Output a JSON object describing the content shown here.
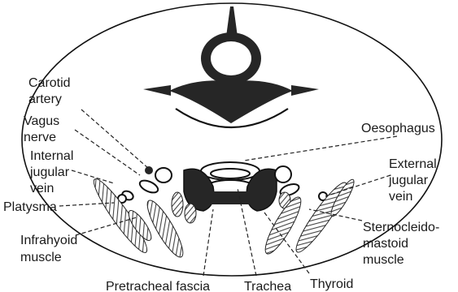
{
  "labels": {
    "carotid": [
      "Carotid",
      "artery"
    ],
    "vagus": [
      "Vagus",
      "nerve"
    ],
    "internal_jugular": [
      "Internal",
      "jugular",
      "vein"
    ],
    "platysma": "Platysma",
    "infrahyoid": [
      "Infrahyoid",
      "muscle"
    ],
    "pretracheal": "Pretracheal fascia",
    "trachea": "Trachea",
    "thyroid": "Thyroid",
    "oesophagus": "Oesophagus",
    "external_jugular": [
      "External",
      "jugular",
      "vein"
    ],
    "sternocleido": [
      "Sternocleido-",
      "mastoid",
      "muscle"
    ]
  },
  "colors": {
    "ink": "#1a1a1a",
    "muscle_hatch": "#555555",
    "dark_fill": "#262626"
  }
}
